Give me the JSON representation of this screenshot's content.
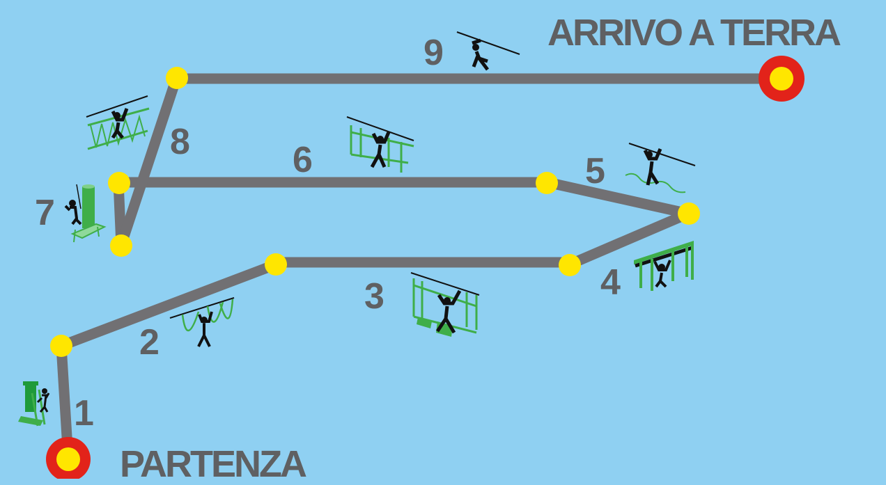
{
  "course": {
    "start_label": "PARTENZA",
    "end_label": "ARRIVO A TERRA",
    "stages": [
      {
        "number": "1",
        "icon": "ladder-tower-climb-icon"
      },
      {
        "number": "2",
        "icon": "hanging-loops-icon"
      },
      {
        "number": "3",
        "icon": "swinging-bridge-icon"
      },
      {
        "number": "4",
        "icon": "hanging-bars-icon"
      },
      {
        "number": "5",
        "icon": "tightrope-walk-icon"
      },
      {
        "number": "6",
        "icon": "rope-bridge-icon"
      },
      {
        "number": "7",
        "icon": "tower-platform-icon"
      },
      {
        "number": "8",
        "icon": "net-bridge-icon"
      },
      {
        "number": "9",
        "icon": "zipline-icon"
      }
    ]
  },
  "colors": {
    "background": "#8fd0f2",
    "path": "#717073",
    "node": "#ffe600",
    "endpoint_ring": "#e2231a",
    "label": "#5f6062",
    "equipment": "#3fae49",
    "figure": "#111111"
  }
}
